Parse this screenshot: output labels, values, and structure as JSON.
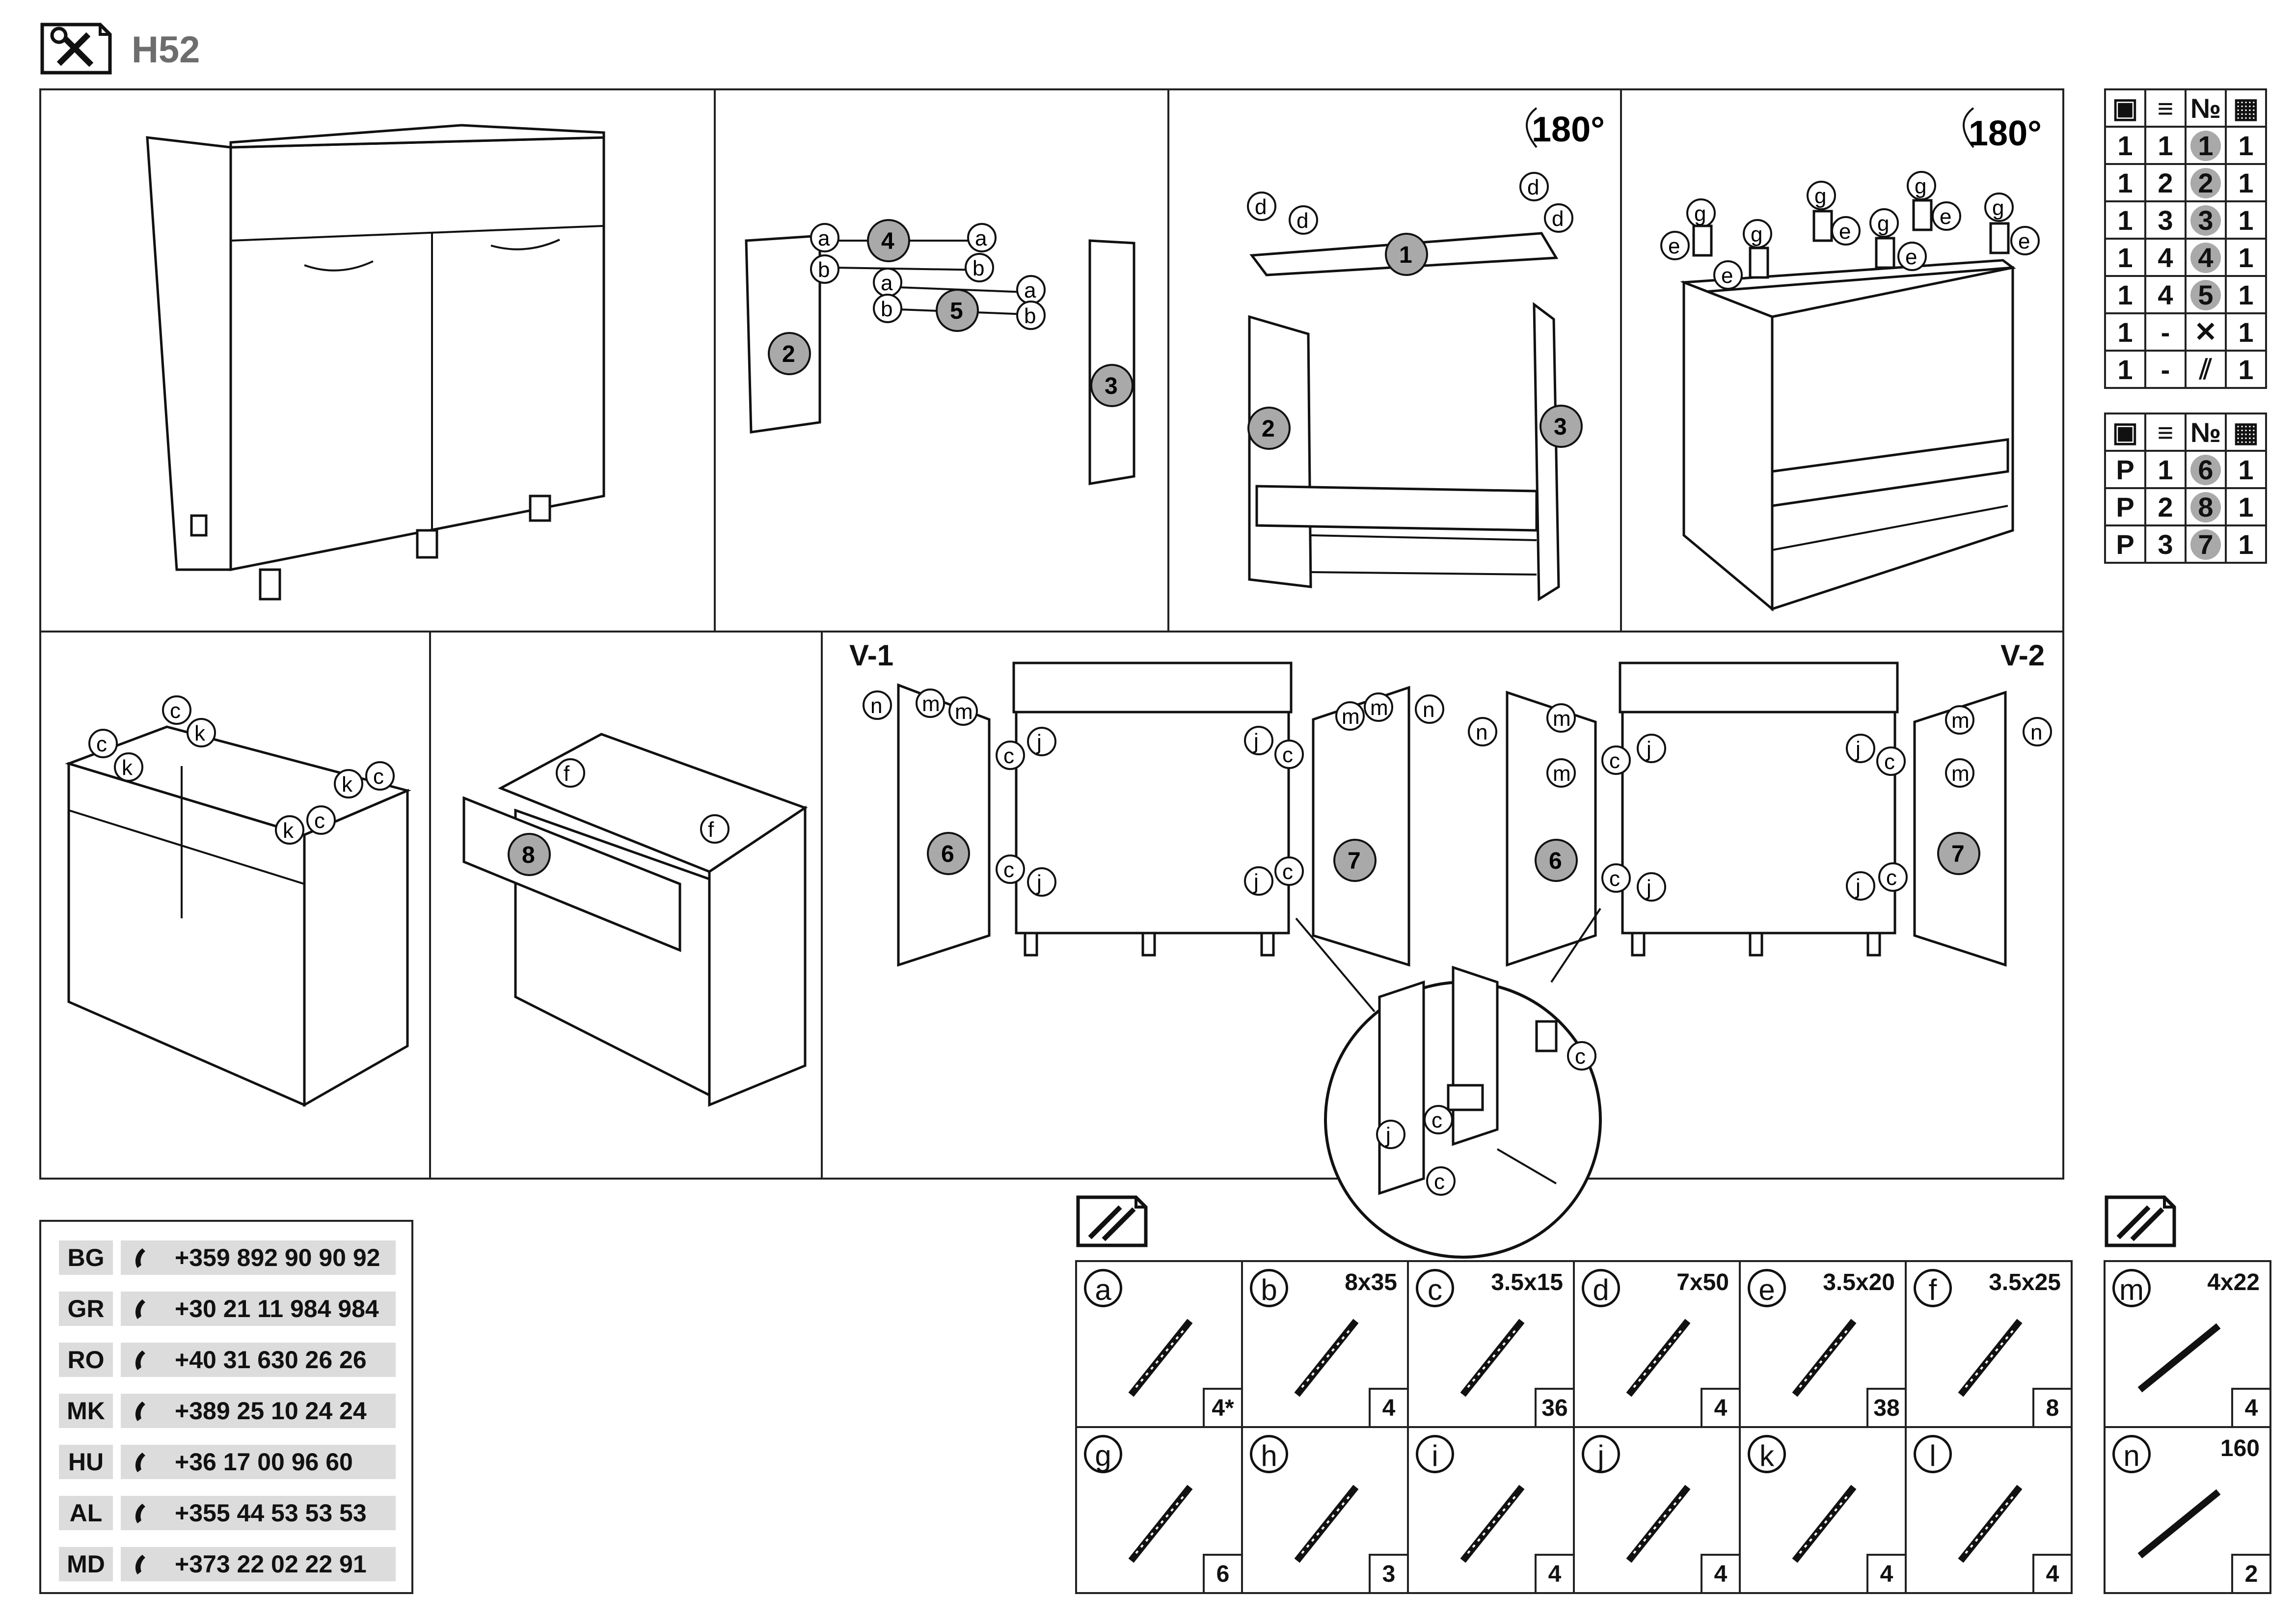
{
  "header": {
    "model": "H52"
  },
  "steps": {
    "rotate_label": "180°",
    "variant_1": "V-1",
    "variant_2": "V-2"
  },
  "parts_table_1": {
    "rows": [
      [
        "1",
        "1",
        "1",
        "1"
      ],
      [
        "1",
        "2",
        "2",
        "1"
      ],
      [
        "1",
        "3",
        "3",
        "1"
      ],
      [
        "1",
        "4",
        "4",
        "1"
      ],
      [
        "1",
        "4",
        "5",
        "1"
      ],
      [
        "1",
        "-",
        "tools",
        "1"
      ],
      [
        "1",
        "-",
        "hardware",
        "1"
      ]
    ],
    "header_no": "№"
  },
  "parts_table_2": {
    "rows": [
      [
        "P",
        "1",
        "6",
        "1"
      ],
      [
        "P",
        "2",
        "8",
        "1"
      ],
      [
        "P",
        "3",
        "7",
        "1"
      ]
    ],
    "header_no": "№"
  },
  "contacts": [
    {
      "code": "BG",
      "phone": "+359 892 90 90 92"
    },
    {
      "code": "GR",
      "phone": "+30 21 11 984 984"
    },
    {
      "code": "RO",
      "phone": "+40 31 630 26 26"
    },
    {
      "code": "MK",
      "phone": "+389 25 10 24 24"
    },
    {
      "code": "HU",
      "phone": "+36 17 00 96 60"
    },
    {
      "code": "AL",
      "phone": "+355 44 53 53 53"
    },
    {
      "code": "MD",
      "phone": "+373 22 02 22 91"
    }
  ],
  "hardware": [
    {
      "letter": "a",
      "size": "",
      "qty": "4*"
    },
    {
      "letter": "b",
      "size": "8x35",
      "qty": "4"
    },
    {
      "letter": "c",
      "size": "3.5x15",
      "qty": "36"
    },
    {
      "letter": "d",
      "size": "7x50",
      "qty": "4"
    },
    {
      "letter": "e",
      "size": "3.5x20",
      "qty": "38"
    },
    {
      "letter": "f",
      "size": "3.5x25",
      "qty": "8"
    },
    {
      "letter": "g",
      "size": "",
      "qty": "6"
    },
    {
      "letter": "h",
      "size": "",
      "qty": "3"
    },
    {
      "letter": "i",
      "size": "",
      "qty": "4"
    },
    {
      "letter": "j",
      "size": "",
      "qty": "4"
    },
    {
      "letter": "k",
      "size": "",
      "qty": "4"
    },
    {
      "letter": "l",
      "size": "",
      "qty": "4"
    }
  ],
  "hardware_extra": [
    {
      "letter": "m",
      "size": "4x22",
      "qty": "4"
    },
    {
      "letter": "n",
      "size": "160",
      "qty": "2"
    }
  ],
  "labels": {
    "a": "a",
    "b": "b",
    "c": "c",
    "d": "d",
    "e": "e",
    "f": "f",
    "g": "g",
    "j": "j",
    "k": "k",
    "m": "m",
    "n": "n",
    "p1": "1",
    "p2": "2",
    "p3": "3",
    "p4": "4",
    "p5": "5",
    "p6": "6",
    "p7": "7",
    "p8": "8"
  }
}
